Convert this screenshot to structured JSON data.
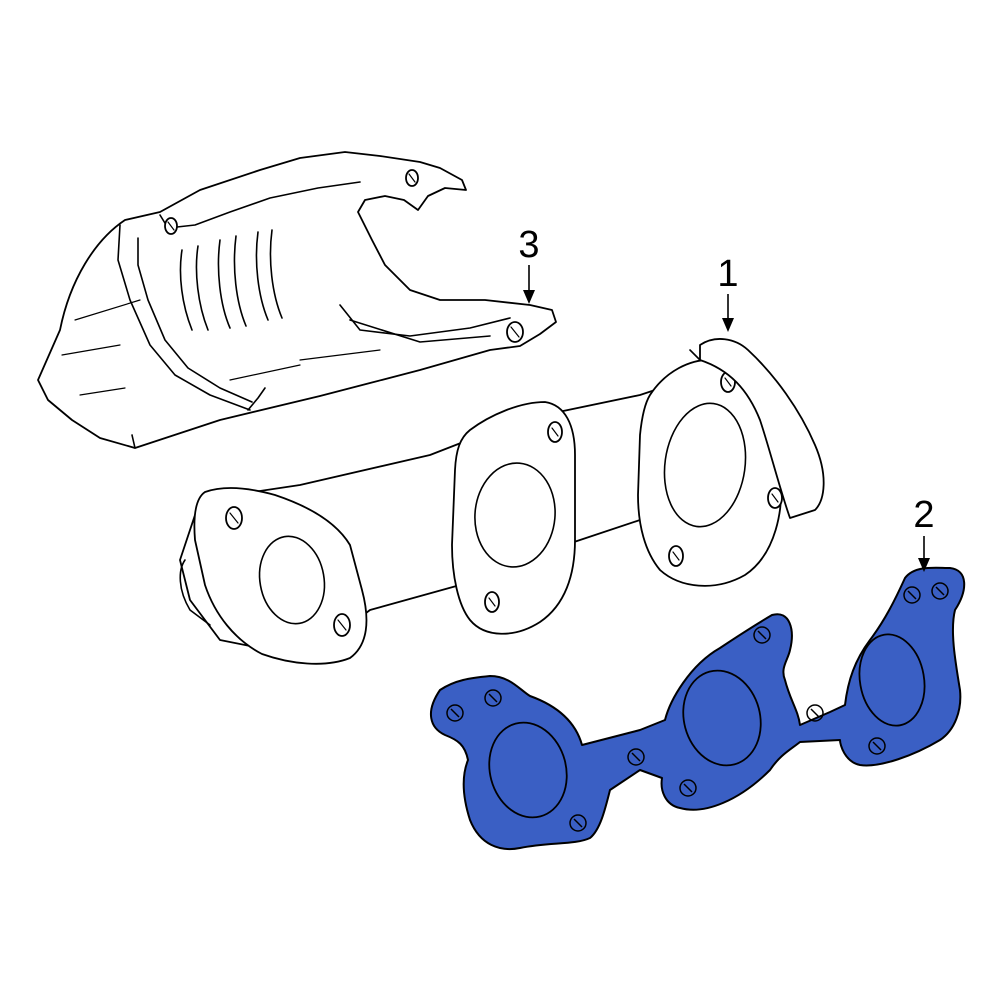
{
  "callouts": [
    {
      "id": "1",
      "label": "1"
    },
    {
      "id": "2",
      "label": "2"
    },
    {
      "id": "3",
      "label": "3"
    }
  ],
  "colors": {
    "gasket_fill": "#3a5fc4",
    "line": "#000000",
    "background": "#ffffff"
  }
}
